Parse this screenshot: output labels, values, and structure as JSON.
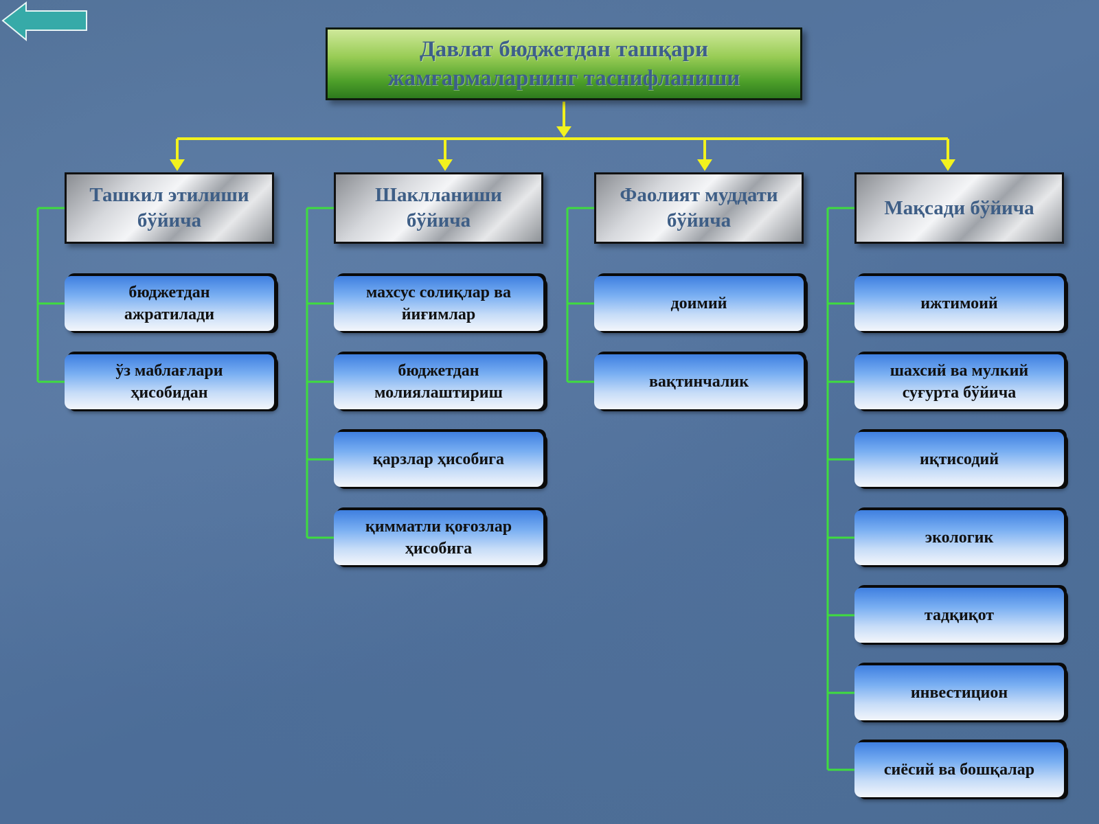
{
  "title": "Давлат бюджетдан ташқари\nжамғармаларнинг таснифланиши",
  "colors": {
    "title_gradient_top": "#cfe89a",
    "title_gradient_bottom": "#2d7a1d",
    "arrow_connector": "#f2f21e",
    "branch_connector": "#3fdc3f",
    "item_gradient_top": "#3f7fe0",
    "item_gradient_bottom": "#f3f6fb",
    "back_arrow_fill": "#36aaa8",
    "background": "#4f6f96"
  },
  "back_button": {
    "icon": "back-arrow-icon"
  },
  "categories": [
    {
      "label": "Ташкил этилиши\nбўйича",
      "items": [
        "бюджетдан\nажратилади",
        "ўз маблағлари\nҳисобидан"
      ]
    },
    {
      "label": "Шаклланиши\nбўйича",
      "items": [
        "махсус солиқлар ва\nйиғимлар",
        "бюджетдан\nмолиялаштириш",
        "қарзлар ҳисобига",
        "қимматли қоғозлар\nҳисобига"
      ]
    },
    {
      "label": "Фаолият муддати\nбўйича",
      "items": [
        "доимий",
        "вақтинчалик"
      ]
    },
    {
      "label": "Мақсади бўйича",
      "items": [
        "ижтимоий",
        "шахсий ва мулкий\nсуғурта бўйича",
        "иқтисодий",
        "экологик",
        "тадқиқот",
        "инвестицион",
        "сиёсий ва бошқалар"
      ]
    }
  ]
}
